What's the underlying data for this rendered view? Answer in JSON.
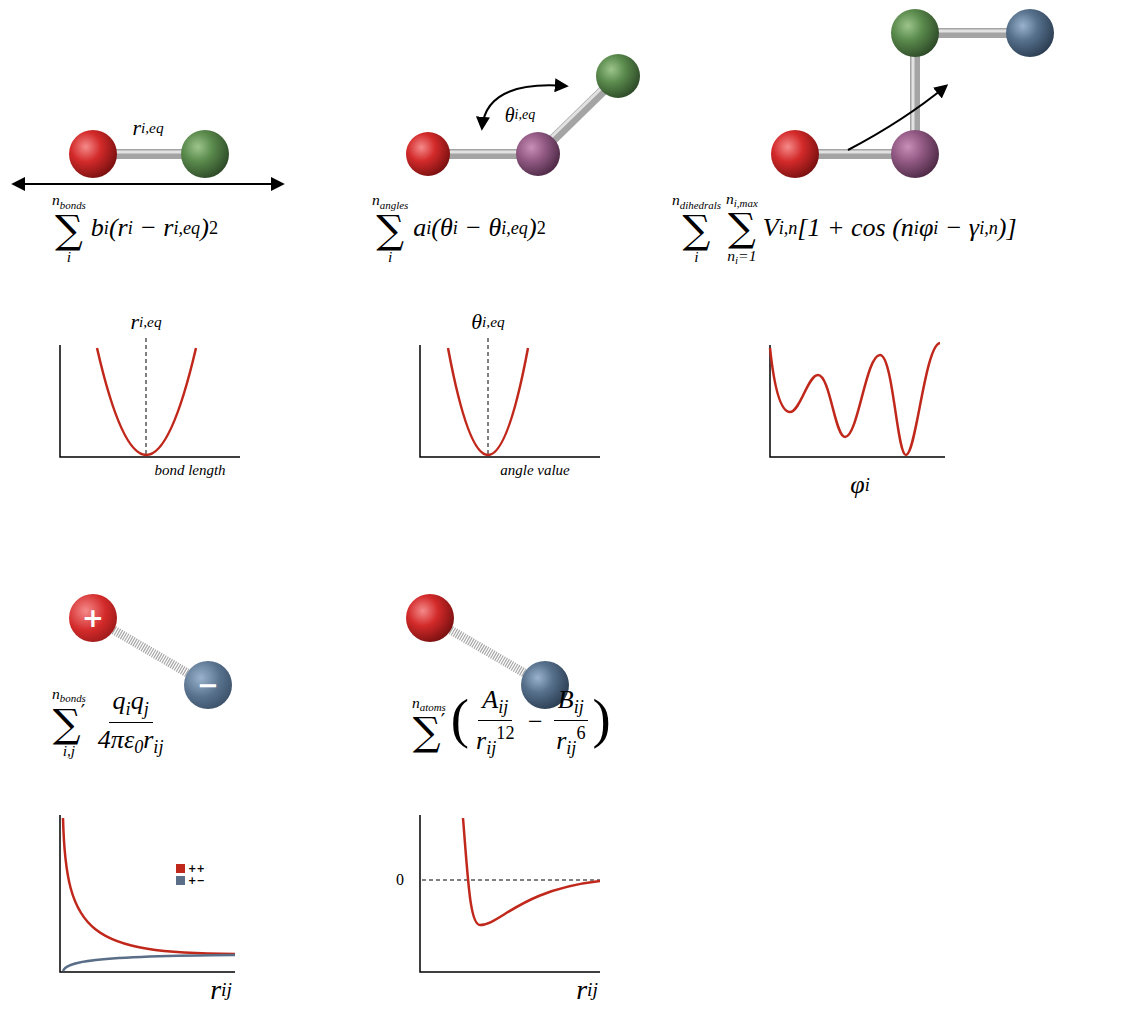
{
  "diagram": {
    "nodes": [
      {
        "text": [
          "+"
        ]
      },
      {
        "text": [
          "−"
        ]
      }
    ],
    "edges": [
      {
        "from": 0,
        "to": 1,
        "arrow": "none"
      }
    ],
    "labels": [
      "r",
      "i,eq",
      "n",
      "bonds",
      "∑",
      "i",
      "b",
      "i",
      "(r",
      "i",
      " − r",
      "i,eq",
      ")",
      "2",
      "θ",
      "i,eq",
      "n",
      "angles",
      "∑",
      "i",
      "a",
      "i",
      "(θ",
      "i",
      " − θ",
      "i,eq",
      ")",
      "2",
      "n",
      "dihedrals",
      "∑",
      "i",
      "n",
      "i,max",
      "∑",
      "n",
      "i",
      "=1",
      "V",
      "i,n",
      "[1 + cos (n",
      "i",
      "φ",
      "i",
      " − γ",
      "i,n",
      ")]",
      "r",
      "i,eq",
      "bond length",
      "θ",
      "i,eq",
      "angle value",
      "φ",
      "i",
      "n",
      "bonds",
      "∑",
      "′",
      "i,j",
      "q",
      "i",
      "q",
      "j",
      "4πε",
      "0",
      "r",
      "ij",
      "n",
      "atoms",
      "∑",
      "′",
      "(",
      "A",
      "ij",
      "r",
      "ij",
      "12",
      " − ",
      "B",
      "ij",
      "r",
      "ij",
      "6",
      ")",
      "0",
      "r",
      "ij",
      "r",
      "ij"
    ],
    "legend": [
      {
        "text": "++",
        "color": "#c0281b"
      },
      {
        "text": "+−",
        "color": "#5a6e88"
      }
    ]
  }
}
